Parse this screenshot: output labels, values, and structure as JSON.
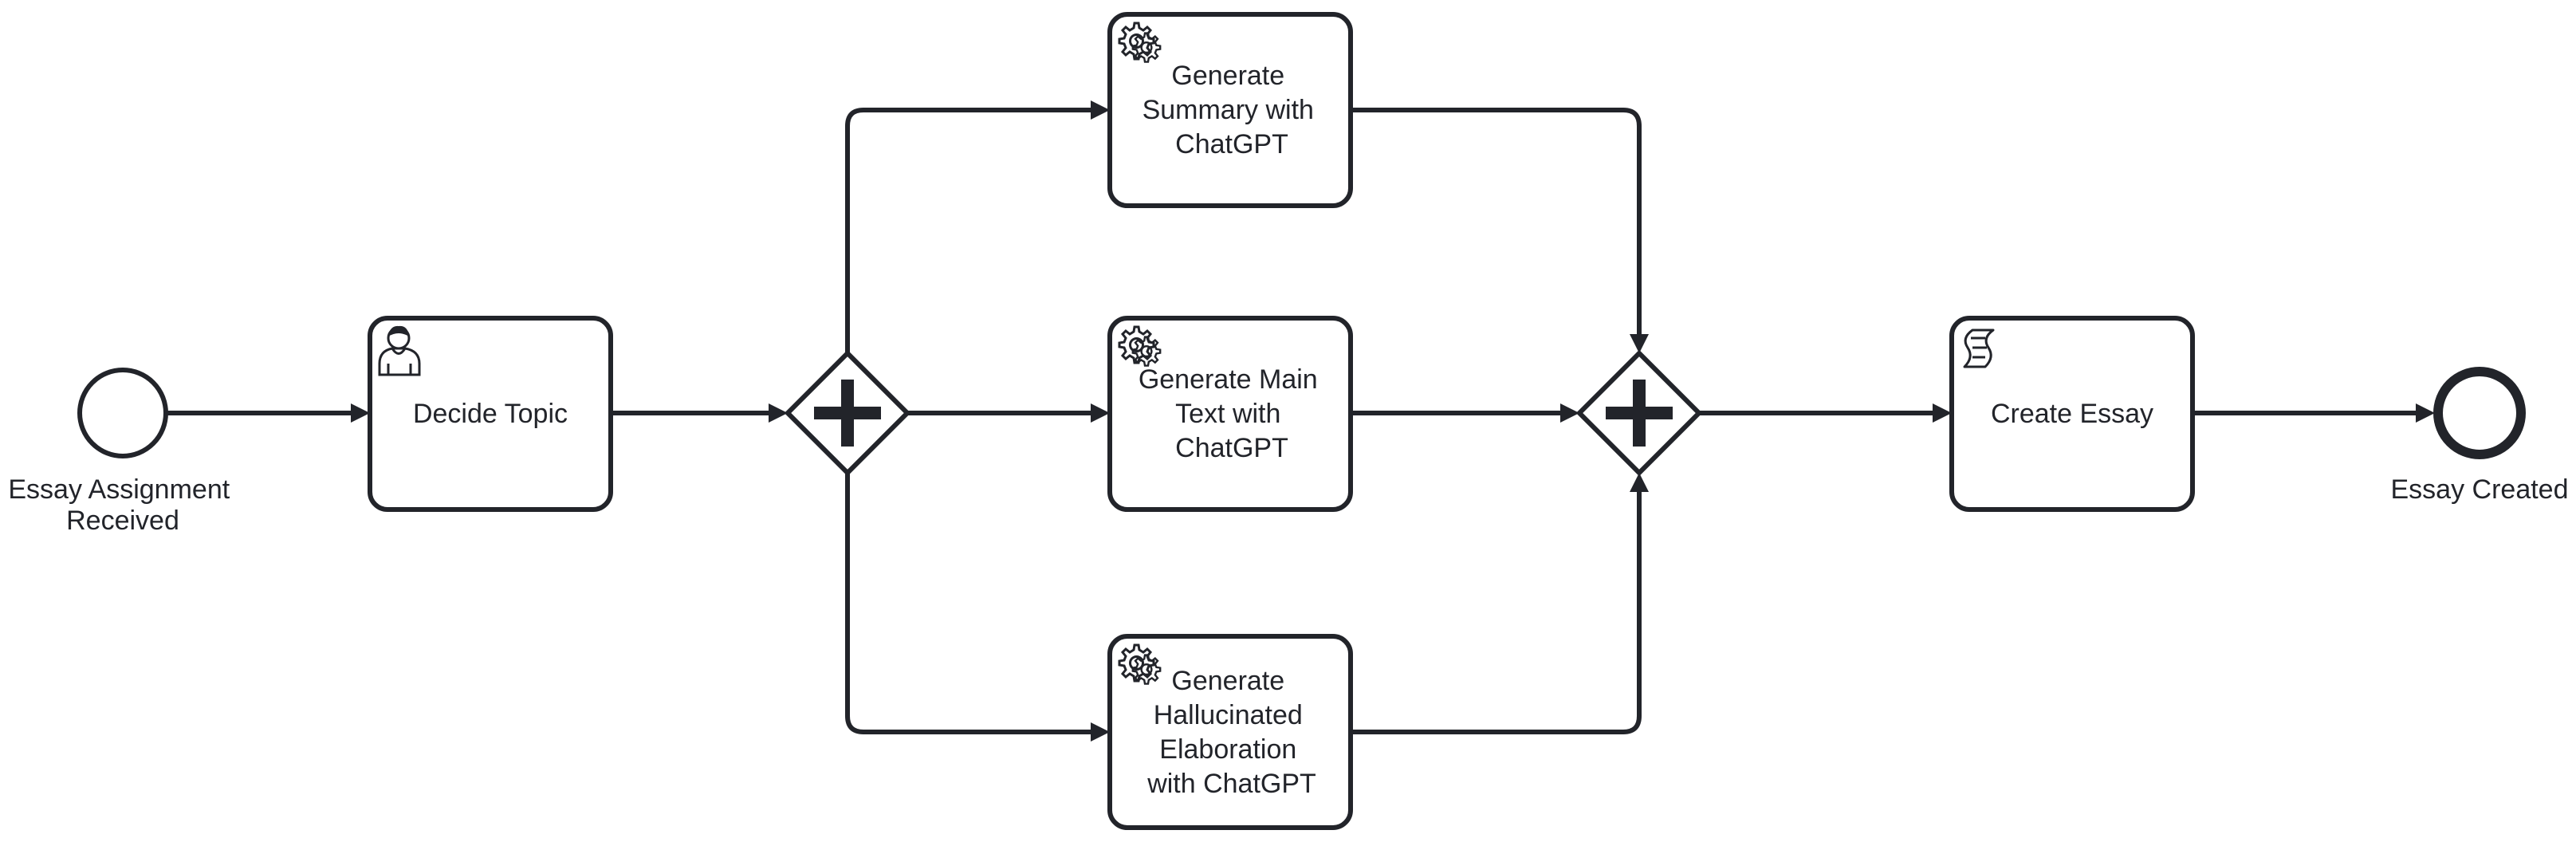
{
  "diagram": {
    "colors": {
      "stroke": "#22242a",
      "fill": "#ffffff"
    },
    "start_event": {
      "label": "Essay Assignment Received",
      "lines": [
        "Essay Assignment",
        "Received"
      ]
    },
    "end_event": {
      "label": "Essay Created",
      "lines": [
        "Essay Created"
      ]
    },
    "tasks": [
      {
        "id": "decide_topic",
        "kind": "user-task",
        "icon": "user-icon",
        "lines": [
          "Decide Topic"
        ]
      },
      {
        "id": "gen_summary",
        "kind": "service-task",
        "icon": "gear-icon",
        "lines": [
          "Generate",
          "Summary with",
          "ChatGPT"
        ]
      },
      {
        "id": "gen_main",
        "kind": "service-task",
        "icon": "gear-icon",
        "lines": [
          "Generate Main",
          "Text with",
          "ChatGPT"
        ]
      },
      {
        "id": "gen_halluc",
        "kind": "service-task",
        "icon": "gear-icon",
        "lines": [
          "Generate",
          "Hallucinated",
          "Elaboration",
          "with ChatGPT"
        ]
      },
      {
        "id": "create_essay",
        "kind": "script-task",
        "icon": "script-icon",
        "lines": [
          "Create Essay"
        ]
      }
    ],
    "gateways": [
      {
        "id": "split",
        "kind": "parallel-gateway"
      },
      {
        "id": "join",
        "kind": "parallel-gateway"
      }
    ]
  }
}
